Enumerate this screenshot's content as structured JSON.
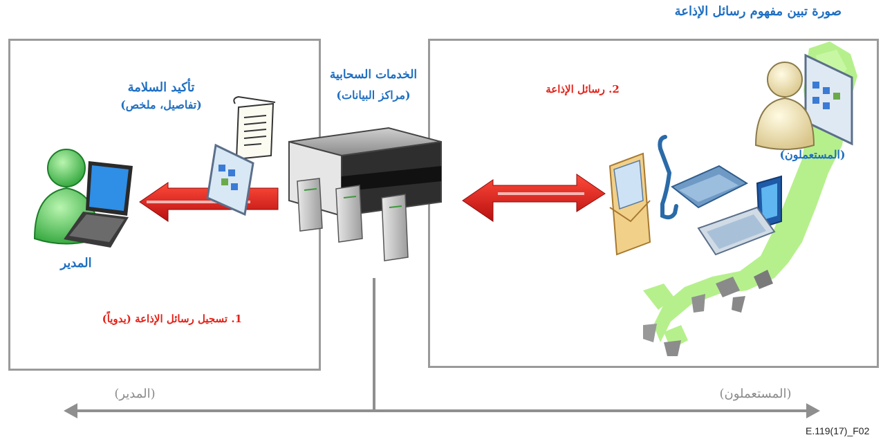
{
  "title": "صورة تبين مفهوم رسائل الإذاعة",
  "left_panel": {
    "safety_title": "تأكيد السلامة",
    "safety_subtitle": "(تفاصيل، ملخص)",
    "admin_label": "المدير",
    "step1": "1. تسجيل رسائل الإذاعة (يدوياً)"
  },
  "center": {
    "cloud_title": "الخدمات السحابية",
    "cloud_subtitle": "(مراكز البيانات)"
  },
  "right_panel": {
    "step2": "2. رسائل الإذاعة",
    "users_label": "(المستعملون)"
  },
  "axis": {
    "left_label": "(المدير)",
    "right_label": "(المستعملون)"
  },
  "figure_code": "E.119(17)_F02",
  "colors": {
    "accent_blue": "#1f6fc2",
    "step_red": "#e2231a",
    "arrow_red": "#d91f1f",
    "panel_border": "#9a9a9a",
    "map_green": "#b6f08c"
  }
}
